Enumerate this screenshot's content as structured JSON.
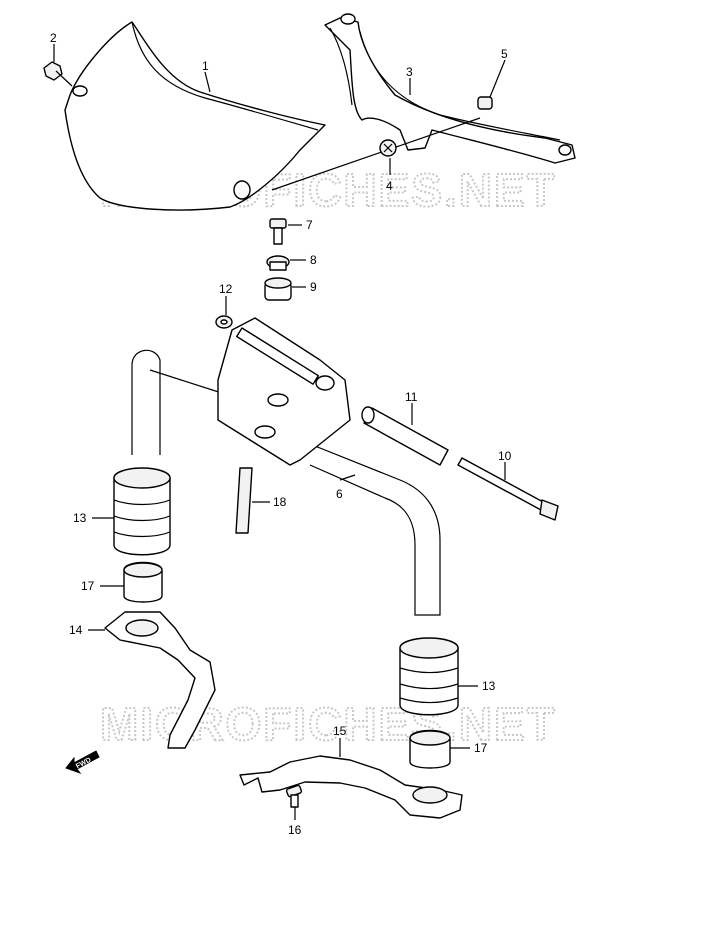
{
  "watermark": {
    "text": "MICROFICHES.NET"
  },
  "callouts": [
    "1",
    "2",
    "3",
    "4",
    "5",
    "6",
    "7",
    "8",
    "9",
    "10",
    "11",
    "12",
    "13",
    "14",
    "15",
    "16",
    "17",
    "18"
  ],
  "duplicate_callouts": [
    "13",
    "17"
  ],
  "forward_indicator": {
    "text": "FWD"
  },
  "colors": {
    "line": "#000000",
    "background": "#ffffff",
    "watermark": "#c8c8c8"
  }
}
